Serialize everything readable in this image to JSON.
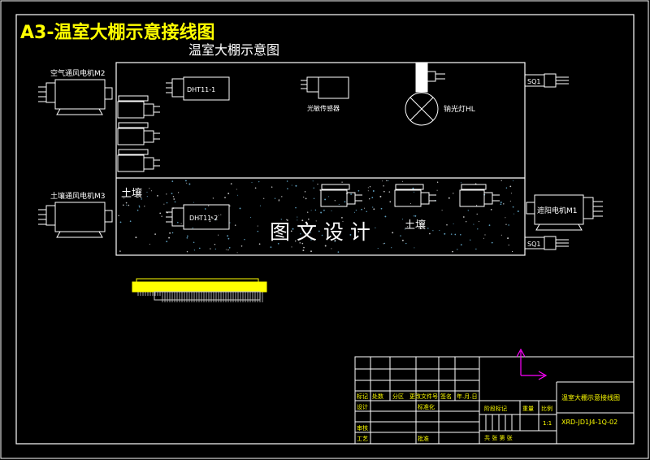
{
  "sheet": {
    "header": "A3-温室大棚示意接线图",
    "diagram_title": "温室大棚示意图"
  },
  "labels": {
    "motor_m2": "空气通风电机M2",
    "motor_m3": "土壤通风电机M3",
    "motor_m1": "遮阳电机M1",
    "dht_1": "DHT11-1",
    "dht_2": "DHT11-2",
    "light_sensor": "光敏传感器",
    "sodium_lamp": "钠光灯HL",
    "soil_left": "土壤",
    "soil_right": "土壤",
    "switch_top": "SQ1",
    "switch_bottom": "SQ1",
    "watermark": "图 文 设 计"
  },
  "title_block": {
    "drawing_name": "温室大棚示意接线图",
    "drawing_number": "XRD-JD1J4-1Q-02",
    "ratio": "1:1",
    "row_headers": [
      "标记",
      "处数",
      "分区",
      "更改文件号",
      "签名",
      "年.月.日"
    ],
    "designer": "设计",
    "standardization": "标准化",
    "reviewer": "审核",
    "process": "工艺",
    "approval": "批准",
    "stage_mark": "阶段标记",
    "weight": "重量",
    "scale": "比例",
    "sheet_info": "共 张 第 张"
  },
  "colors": {
    "background": "#000000",
    "line": "#ffffff",
    "header_text": "#ffff00",
    "axis": "#ff00ff",
    "dots": "#7fd4ff"
  }
}
